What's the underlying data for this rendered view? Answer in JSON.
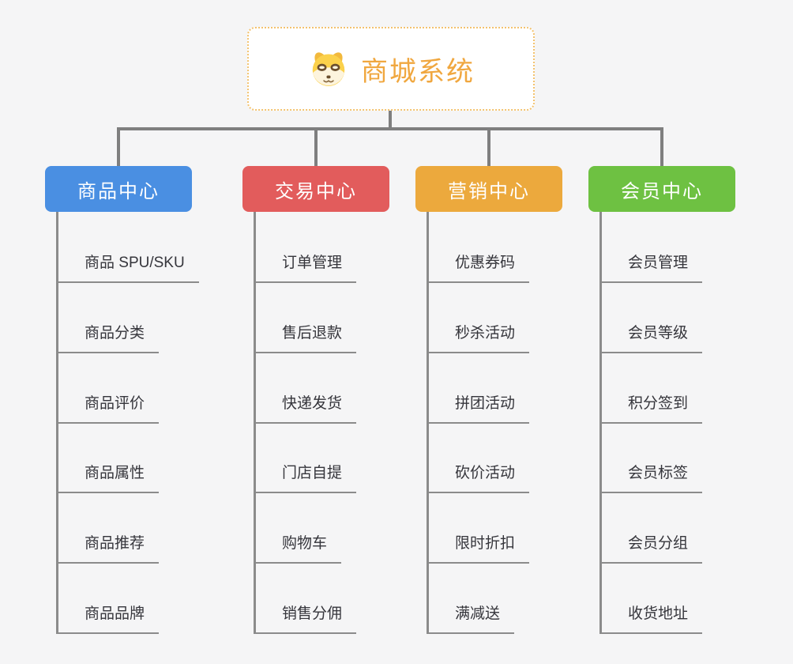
{
  "canvas": {
    "background": "#f5f5f6",
    "connector_color": "#7f7f7f"
  },
  "root": {
    "title": "商城系统",
    "title_color": "#f0a73f",
    "border_color": "#f3c26e",
    "icon": "dog-face-icon"
  },
  "branches": [
    {
      "label": "商品中心",
      "color": "#4a8fe2",
      "items": [
        "商品 SPU/SKU",
        "商品分类",
        "商品评价",
        "商品属性",
        "商品推荐",
        "商品品牌"
      ]
    },
    {
      "label": "交易中心",
      "color": "#e25c5c",
      "items": [
        "订单管理",
        "售后退款",
        "快递发货",
        "门店自提",
        "购物车",
        "销售分佣"
      ]
    },
    {
      "label": "营销中心",
      "color": "#eca93d",
      "items": [
        "优惠券码",
        "秒杀活动",
        "拼团活动",
        "砍价活动",
        "限时折扣",
        "满减送"
      ]
    },
    {
      "label": "会员中心",
      "color": "#6ec142",
      "items": [
        "会员管理",
        "会员等级",
        "积分签到",
        "会员标签",
        "会员分组",
        "收货地址"
      ]
    }
  ]
}
